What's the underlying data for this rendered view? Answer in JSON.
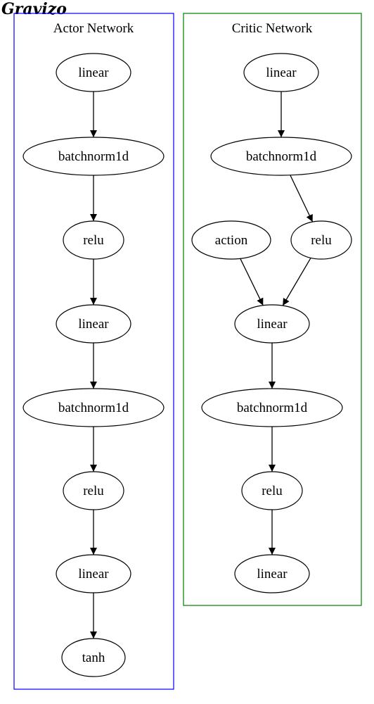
{
  "brand": {
    "label": "Gravizo"
  },
  "clusters": {
    "actor": {
      "title": "Actor Network",
      "color": "#0000ff"
    },
    "critic": {
      "title": "Critic Network",
      "color": "#008000"
    }
  },
  "nodes": {
    "a1": "linear",
    "a2": "batchnorm1d",
    "a3": "relu",
    "a4": "linear",
    "a5": "batchnorm1d",
    "a6": "relu",
    "a7": "linear",
    "a8": "tanh",
    "c1": "linear",
    "c2": "batchnorm1d",
    "c3": "relu",
    "c_action": "action",
    "c4": "linear",
    "c5": "batchnorm1d",
    "c6": "relu",
    "c7": "linear"
  },
  "edges": [
    [
      "a1",
      "a2"
    ],
    [
      "a2",
      "a3"
    ],
    [
      "a3",
      "a4"
    ],
    [
      "a4",
      "a5"
    ],
    [
      "a5",
      "a6"
    ],
    [
      "a6",
      "a7"
    ],
    [
      "a7",
      "a8"
    ],
    [
      "c1",
      "c2"
    ],
    [
      "c2",
      "c3"
    ],
    [
      "c_action",
      "c4"
    ],
    [
      "c3",
      "c4"
    ],
    [
      "c4",
      "c5"
    ],
    [
      "c5",
      "c6"
    ],
    [
      "c6",
      "c7"
    ]
  ]
}
